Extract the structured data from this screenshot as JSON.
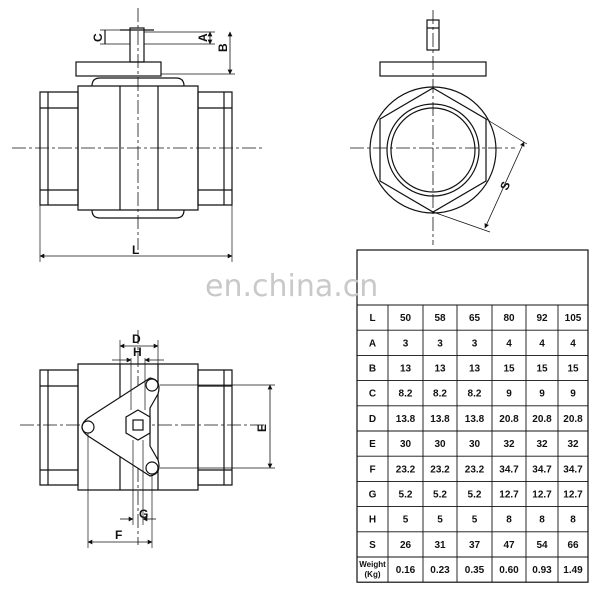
{
  "watermark": "en.china.cn",
  "dimension_letters": {
    "top_view": [
      "C",
      "A",
      "B",
      "L"
    ],
    "end_view": [
      "S"
    ],
    "bottom_view": [
      "D",
      "H",
      "E",
      "G",
      "F"
    ]
  },
  "table": {
    "rows": [
      {
        "label": "L",
        "values": [
          "50",
          "58",
          "65",
          "80",
          "92",
          "105"
        ]
      },
      {
        "label": "A",
        "values": [
          "3",
          "3",
          "3",
          "4",
          "4",
          "4"
        ]
      },
      {
        "label": "B",
        "values": [
          "13",
          "13",
          "13",
          "15",
          "15",
          "15"
        ]
      },
      {
        "label": "C",
        "values": [
          "8.2",
          "8.2",
          "8.2",
          "9",
          "9",
          "9"
        ]
      },
      {
        "label": "D",
        "values": [
          "13.8",
          "13.8",
          "13.8",
          "20.8",
          "20.8",
          "20.8"
        ]
      },
      {
        "label": "E",
        "values": [
          "30",
          "30",
          "30",
          "32",
          "32",
          "32"
        ]
      },
      {
        "label": "F",
        "values": [
          "23.2",
          "23.2",
          "23.2",
          "34.7",
          "34.7",
          "34.7"
        ]
      },
      {
        "label": "G",
        "values": [
          "5.2",
          "5.2",
          "5.2",
          "12.7",
          "12.7",
          "12.7"
        ]
      },
      {
        "label": "H",
        "values": [
          "5",
          "5",
          "5",
          "8",
          "8",
          "8"
        ]
      },
      {
        "label": "S",
        "values": [
          "26",
          "31",
          "37",
          "47",
          "54",
          "66"
        ]
      },
      {
        "label_lines": [
          "Weight",
          "(Kg)"
        ],
        "values": [
          "0.16",
          "0.23",
          "0.35",
          "0.60",
          "0.93",
          "1.49"
        ]
      }
    ]
  }
}
